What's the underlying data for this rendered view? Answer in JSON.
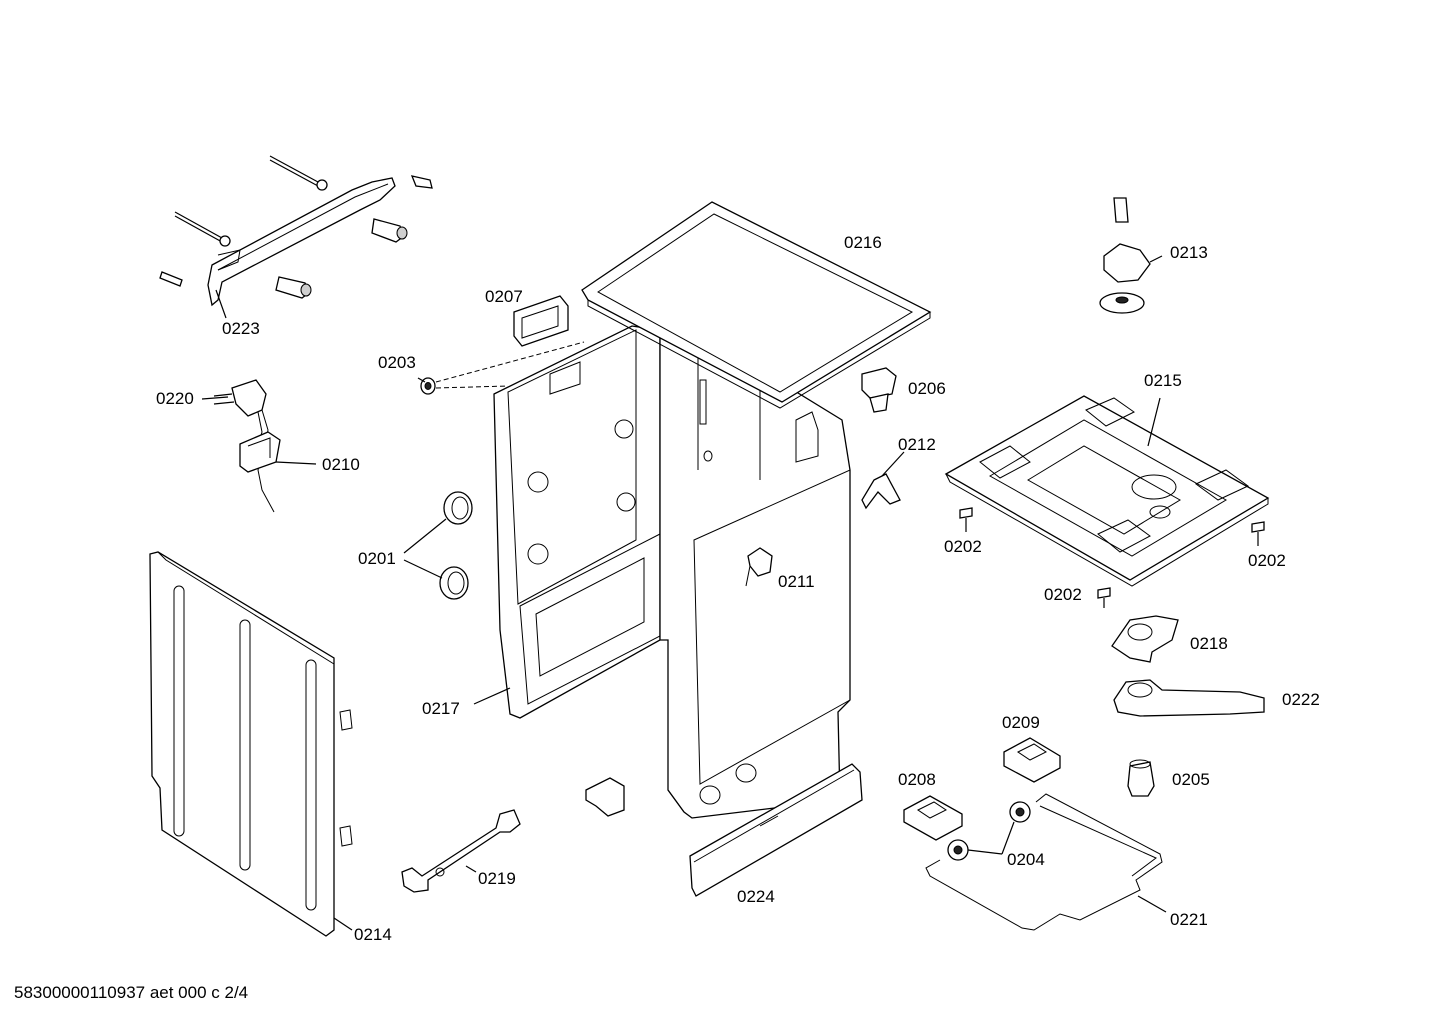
{
  "footer": "58300000110937 aet 000 c 2/4",
  "labels": {
    "p0201": "0201",
    "p0202a": "0202",
    "p0202b": "0202",
    "p0202c": "0202",
    "p0203": "0203",
    "p0204": "0204",
    "p0205": "0205",
    "p0206": "0206",
    "p0207": "0207",
    "p0208": "0208",
    "p0209": "0209",
    "p0210": "0210",
    "p0211": "0211",
    "p0212": "0212",
    "p0213": "0213",
    "p0214": "0214",
    "p0215": "0215",
    "p0216": "0216",
    "p0217": "0217",
    "p0218": "0218",
    "p0219": "0219",
    "p0220": "0220",
    "p0221": "0221",
    "p0222": "0222",
    "p0223": "0223",
    "p0224": "0224"
  }
}
